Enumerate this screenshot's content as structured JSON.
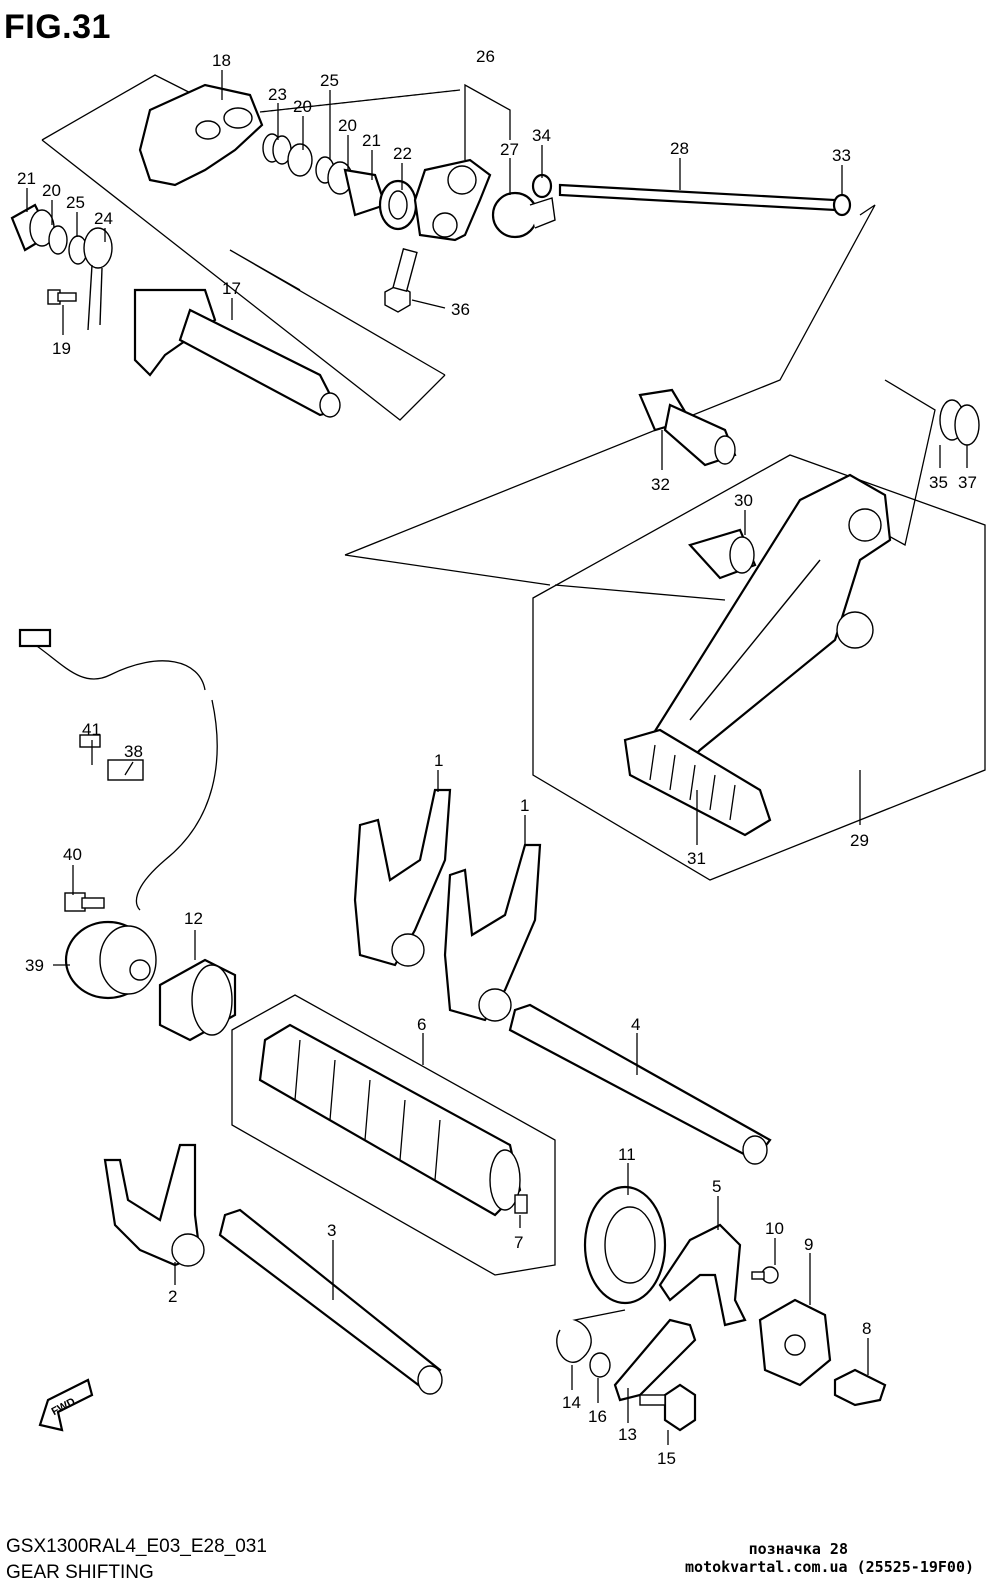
{
  "header": {
    "figure_title": "FIG.31"
  },
  "footer": {
    "model_code": "GSX1300RAL4_E03_E28_031",
    "section_name": "GEAR SHIFTING",
    "watermark_line1": "позначка 28",
    "watermark_line2": "motokvartal.com.ua (25525-19F00)"
  },
  "fwd_label": "FWD",
  "callouts": [
    {
      "id": "c18",
      "label": "18"
    },
    {
      "id": "c23",
      "label": "23"
    },
    {
      "id": "c20a",
      "label": "20"
    },
    {
      "id": "c25a",
      "label": "25"
    },
    {
      "id": "c20b",
      "label": "20"
    },
    {
      "id": "c21a",
      "label": "21"
    },
    {
      "id": "c22",
      "label": "22"
    },
    {
      "id": "c26",
      "label": "26"
    },
    {
      "id": "c27",
      "label": "27"
    },
    {
      "id": "c34",
      "label": "34"
    },
    {
      "id": "c28",
      "label": "28"
    },
    {
      "id": "c33",
      "label": "33"
    },
    {
      "id": "c21b",
      "label": "21"
    },
    {
      "id": "c20c",
      "label": "20"
    },
    {
      "id": "c25b",
      "label": "25"
    },
    {
      "id": "c24",
      "label": "24"
    },
    {
      "id": "c17",
      "label": "17"
    },
    {
      "id": "c19",
      "label": "19"
    },
    {
      "id": "c36",
      "label": "36"
    },
    {
      "id": "c32",
      "label": "32"
    },
    {
      "id": "c35",
      "label": "35"
    },
    {
      "id": "c37",
      "label": "37"
    },
    {
      "id": "c30",
      "label": "30"
    },
    {
      "id": "c29",
      "label": "29"
    },
    {
      "id": "c31",
      "label": "31"
    },
    {
      "id": "c41",
      "label": "41"
    },
    {
      "id": "c38",
      "label": "38"
    },
    {
      "id": "c40",
      "label": "40"
    },
    {
      "id": "c39",
      "label": "39"
    },
    {
      "id": "c12",
      "label": "12"
    },
    {
      "id": "c1a",
      "label": "1"
    },
    {
      "id": "c1b",
      "label": "1"
    },
    {
      "id": "c6",
      "label": "6"
    },
    {
      "id": "c4",
      "label": "4"
    },
    {
      "id": "c11",
      "label": "11"
    },
    {
      "id": "c7",
      "label": "7"
    },
    {
      "id": "c5",
      "label": "5"
    },
    {
      "id": "c10",
      "label": "10"
    },
    {
      "id": "c9",
      "label": "9"
    },
    {
      "id": "c8",
      "label": "8"
    },
    {
      "id": "c3",
      "label": "3"
    },
    {
      "id": "c2",
      "label": "2"
    },
    {
      "id": "c14",
      "label": "14"
    },
    {
      "id": "c16",
      "label": "16"
    },
    {
      "id": "c13",
      "label": "13"
    },
    {
      "id": "c15",
      "label": "15"
    }
  ]
}
